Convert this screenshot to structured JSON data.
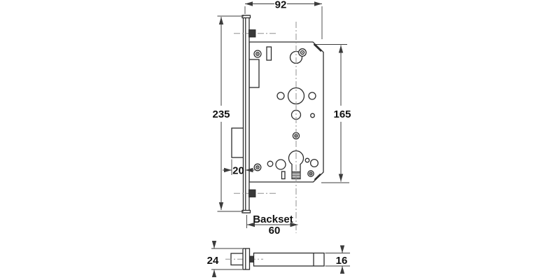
{
  "diagram": {
    "dimensions": {
      "case_depth": "92",
      "faceplate_length": "235",
      "case_height": "165",
      "deadbolt_throw": "20",
      "backset_label": "Backset",
      "backset_value": "60",
      "faceplate_width": "24",
      "case_thickness": "16"
    },
    "colors": {
      "outline": "#2d2d2d",
      "dimension": "#3c3c3c",
      "centerline": "#909090",
      "cam_fill": "#8a8a8a",
      "background": "#ffffff"
    }
  }
}
